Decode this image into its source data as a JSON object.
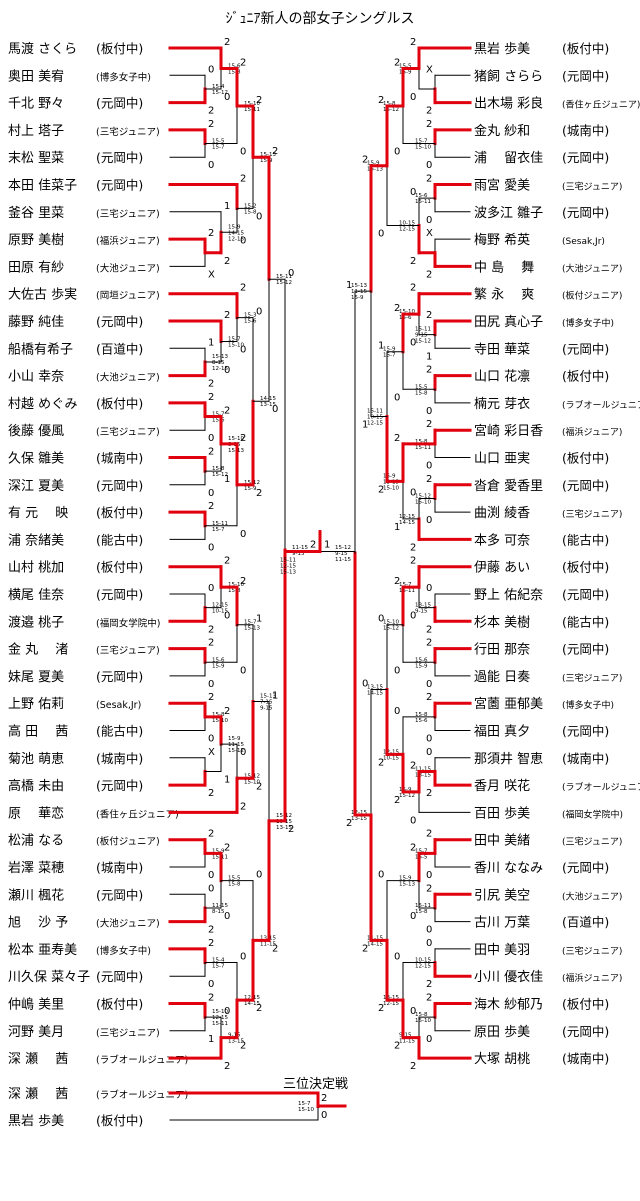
{
  "title": "ｼﾞｭﾆｱ新人の部女子シングルス",
  "third_place_title": "三位決定戦",
  "colors": {
    "win": "#e0000e",
    "lose": "#000000"
  },
  "left_players": [
    {
      "name": "馬渡 さくら",
      "team": "(板付中)",
      "small": false
    },
    {
      "name": "奥田 美宥",
      "team": "(博多女子中)",
      "small": true
    },
    {
      "name": "千北 野々",
      "team": "(元岡中)",
      "small": false
    },
    {
      "name": "村上 塔子",
      "team": "(三宅ジュニア)",
      "small": true
    },
    {
      "name": "末松 聖菜",
      "team": "(元岡中)",
      "small": false
    },
    {
      "name": "本田 佳菜子",
      "team": "(元岡中)",
      "small": false
    },
    {
      "name": "釜谷 里菜",
      "team": "(三宅ジュニア)",
      "small": true
    },
    {
      "name": "原野 美樹",
      "team": "(福浜ジュニア)",
      "small": true
    },
    {
      "name": "田原 有紗",
      "team": "(大池ジュニア)",
      "small": true
    },
    {
      "name": "大佐古 歩実",
      "team": "(岡垣ジュニア)",
      "small": true
    },
    {
      "name": "藤野 純佳",
      "team": "(元岡中)",
      "small": false
    },
    {
      "name": "船橋有希子",
      "team": "(百道中)",
      "small": false
    },
    {
      "name": "小山 幸奈",
      "team": "(大池ジュニア)",
      "small": true
    },
    {
      "name": "村越 めぐみ",
      "team": "(板付中)",
      "small": false
    },
    {
      "name": "後藤 優風",
      "team": "(三宅ジュニア)",
      "small": true
    },
    {
      "name": "久保 雛美",
      "team": "(城南中)",
      "small": false
    },
    {
      "name": "深江 夏美",
      "team": "(元岡中)",
      "small": false
    },
    {
      "name": "有 元 　映",
      "team": "(板付中)",
      "small": false
    },
    {
      "name": "浦 奈緒美",
      "team": "(能古中)",
      "small": false
    },
    {
      "name": "山村 桃加",
      "team": "(板付中)",
      "small": false
    },
    {
      "name": "横尾 佳奈",
      "team": "(元岡中)",
      "small": false
    },
    {
      "name": "渡邉 桃子",
      "team": "(福岡女学院中)",
      "small": true
    },
    {
      "name": "金 丸 　渚",
      "team": "(三宅ジュニア)",
      "small": true
    },
    {
      "name": "妹尾 夏美",
      "team": "(元岡中)",
      "small": false
    },
    {
      "name": "上野 佑莉",
      "team": "(Sesak,Jr)",
      "small": true
    },
    {
      "name": "高 田 　茜",
      "team": "(能古中)",
      "small": false
    },
    {
      "name": "菊池 萌恵",
      "team": "(城南中)",
      "small": false
    },
    {
      "name": "高橋 未由",
      "team": "(元岡中)",
      "small": false
    },
    {
      "name": "原 　華恋",
      "team": "(香住ヶ丘ジュニア)",
      "small": true
    },
    {
      "name": "松浦 なる",
      "team": "(板付ジュニア)",
      "small": true
    },
    {
      "name": "岩澤 菜穂",
      "team": "(城南中)",
      "small": false
    },
    {
      "name": "瀬川 楓花",
      "team": "(元岡中)",
      "small": false
    },
    {
      "name": "旭 　沙 予",
      "team": "(大池ジュニア)",
      "small": true
    },
    {
      "name": "松本 亜寿美",
      "team": "(博多女子中)",
      "small": true
    },
    {
      "name": "川久保 菜々子",
      "team": "(元岡中)",
      "small": false
    },
    {
      "name": "仲嶋 美里",
      "team": "(板付中)",
      "small": false
    },
    {
      "name": "河野 美月",
      "team": "(三宅ジュニア)",
      "small": true
    },
    {
      "name": "深 瀬 　茜",
      "team": "(ラブオールジュニア)",
      "small": true
    }
  ],
  "right_players": [
    {
      "name": "黒岩 歩美",
      "team": "(板付中)",
      "small": false
    },
    {
      "name": "猪飼 さらら",
      "team": "(元岡中)",
      "small": false
    },
    {
      "name": "出木場 彩良",
      "team": "(香住ヶ丘ジュニア)",
      "small": true
    },
    {
      "name": "金丸 紗和",
      "team": "(城南中)",
      "small": false
    },
    {
      "name": "浦 　留衣佳",
      "team": "(元岡中)",
      "small": false
    },
    {
      "name": "雨宮 愛美",
      "team": "(三宅ジュニア)",
      "small": true
    },
    {
      "name": "波多江 雛子",
      "team": "(元岡中)",
      "small": false
    },
    {
      "name": "梅野 希英",
      "team": "(Sesak,Jr)",
      "small": true
    },
    {
      "name": "中 島 　舞",
      "team": "(大池ジュニア)",
      "small": true
    },
    {
      "name": "繁 永 　爽",
      "team": "(板付ジュニア)",
      "small": true
    },
    {
      "name": "田尻 真心子",
      "team": "(博多女子中)",
      "small": true
    },
    {
      "name": "寺田 華菜",
      "team": "(元岡中)",
      "small": false
    },
    {
      "name": "山口 花凛",
      "team": "(板付中)",
      "small": false
    },
    {
      "name": "楠元 芽衣",
      "team": "(ラブオールジュニア)",
      "small": true
    },
    {
      "name": "宮崎 彩日香",
      "team": "(福浜ジュニア)",
      "small": true
    },
    {
      "name": "山口 亜実",
      "team": "(板付中)",
      "small": false
    },
    {
      "name": "沓倉 愛香里",
      "team": "(元岡中)",
      "small": false
    },
    {
      "name": "曲渕 綾香",
      "team": "(三宅ジュニア)",
      "small": true
    },
    {
      "name": "本多 可奈",
      "team": "(能古中)",
      "small": false
    },
    {
      "name": "伊藤 あい",
      "team": "(板付中)",
      "small": false
    },
    {
      "name": "野上 佑紀奈",
      "team": "(元岡中)",
      "small": false
    },
    {
      "name": "杉本 美樹",
      "team": "(能古中)",
      "small": false
    },
    {
      "name": "行田 那奈",
      "team": "(元岡中)",
      "small": false
    },
    {
      "name": "過能 日奏",
      "team": "(三宅ジュニア)",
      "small": true
    },
    {
      "name": "宮薗 亜郁美",
      "team": "(博多女子中)",
      "small": true
    },
    {
      "name": "福田 真夕",
      "team": "(元岡中)",
      "small": false
    },
    {
      "name": "那須井 智恵",
      "team": "(城南中)",
      "small": false
    },
    {
      "name": "香月 咲花",
      "team": "(ラブオールジュニア)",
      "small": true
    },
    {
      "name": "百田 歩美",
      "team": "(福岡女学院中)",
      "small": true
    },
    {
      "name": "田中 美緒",
      "team": "(三宅ジュニア)",
      "small": true
    },
    {
      "name": "香川 ななみ",
      "team": "(元岡中)",
      "small": false
    },
    {
      "name": "引尻 美空",
      "team": "(大池ジュニア)",
      "small": true
    },
    {
      "name": "古川 万葉",
      "team": "(百道中)",
      "small": false
    },
    {
      "name": "田中 美羽",
      "team": "(三宅ジュニア)",
      "small": true
    },
    {
      "name": "小川 優衣佳",
      "team": "(福浜ジュニア)",
      "small": true
    },
    {
      "name": "海木 紗郁乃",
      "team": "(板付中)",
      "small": false
    },
    {
      "name": "原田 歩美",
      "team": "(元岡中)",
      "small": false
    },
    {
      "name": "大塚 胡桃",
      "team": "(城南中)",
      "small": false
    }
  ],
  "third_place_players": [
    {
      "name": "深 瀬 　茜",
      "team": "(ラブオールジュニア)",
      "small": true
    },
    {
      "name": "黒岩 歩美",
      "team": "(板付中)",
      "small": false
    }
  ],
  "left_matches": [
    {
      "a": 1,
      "b": 2,
      "sa": "0",
      "sb": "2",
      "score": "15-4 15-12"
    },
    {
      "a": 0,
      "b": "m0",
      "sa": "2",
      "sb": "0",
      "score": "15-6 15-8"
    },
    {
      "a": 3,
      "b": 4,
      "sa": "2",
      "sb": "0",
      "score": "15-5 15-7"
    },
    {
      "a": "m1",
      "b": "m2",
      "sa": "2",
      "sb": "0",
      "score": "15-10 15-11"
    },
    {
      "a": 7,
      "b": 8,
      "sa": "2",
      "sb": "X",
      "score": ""
    },
    {
      "a": 6,
      "b": "m4",
      "sa": "1",
      "sb": "2",
      "score": "15-9 14-15 12-15"
    },
    {
      "a": 5,
      "b": "m5",
      "sa": "2",
      "sb": "0",
      "score": "15-2 15-8"
    },
    {
      "a": "m3",
      "b": "m6",
      "sa": "2",
      "sb": "0",
      "score": "15-13 15-9"
    },
    {
      "a": 11,
      "b": 12,
      "sa": "1",
      "sb": "2",
      "score": "15-13 8-15 12-15"
    },
    {
      "a": 10,
      "b": "m8",
      "sa": "2",
      "sb": "0",
      "score": "15-7 15-10"
    },
    {
      "a": 9,
      "b": "m9",
      "sa": "2",
      "sb": "0",
      "score": "15-3 15-6"
    },
    {
      "a": 13,
      "b": 14,
      "sa": "2",
      "sb": "0",
      "score": "15-7 15-6"
    },
    {
      "a": 15,
      "b": 16,
      "sa": "2",
      "sb": "0",
      "score": "15-8 15-12"
    },
    {
      "a": "m11",
      "b": "m12",
      "sa": "2",
      "sb": "1",
      "score": "15-10 8-15 15-13"
    },
    {
      "a": 17,
      "b": 18,
      "sa": "2",
      "sb": "0",
      "score": "15-11 15-7"
    },
    {
      "a": "m13",
      "b": "m14",
      "sa": "2",
      "sb": "0",
      "score": "15-12 15-9"
    },
    {
      "a": "m10",
      "b": "m15",
      "sa": "0",
      "sb": "2",
      "score": "14-15 13-15"
    },
    {
      "a": "m7",
      "b": "m16",
      "sa": "2",
      "sb": "0",
      "score": "15-11 15-12"
    },
    {
      "a": 20,
      "b": 21,
      "sa": "0",
      "sb": "2",
      "score": "12-15 10-15"
    },
    {
      "a": 19,
      "b": "m18",
      "sa": "2",
      "sb": "0",
      "score": "15-10 15-8"
    },
    {
      "a": 22,
      "b": 23,
      "sa": "2",
      "sb": "0",
      "score": "15-6 15-9"
    },
    {
      "a": "m19",
      "b": "m20",
      "sa": "2",
      "sb": "0",
      "score": "15-7 15-13"
    },
    {
      "a": 24,
      "b": 25,
      "sa": "2",
      "sb": "0",
      "score": "15-8 15-10"
    },
    {
      "a": 26,
      "b": 27,
      "sa": "X",
      "sb": "2",
      "score": ""
    },
    {
      "a": "m22",
      "b": "m23",
      "sa": "2",
      "sb": "1",
      "score": "15-9 11-15 15-12"
    },
    {
      "a": 28,
      "b": "m24",
      "sa": "2",
      "sb": "0",
      "score": "15-12 15-10"
    },
    {
      "a": "m21",
      "b": "m25",
      "sa": "1",
      "sb": "2",
      "score": "15-13 7-15 9-15"
    },
    {
      "a": 29,
      "b": 30,
      "sa": "2",
      "sb": "0",
      "score": "15-9 15-11"
    },
    {
      "a": 31,
      "b": 32,
      "sa": "0",
      "sb": "2",
      "score": "11-15 8-15"
    },
    {
      "a": "m27",
      "b": "m28",
      "sa": "2",
      "sb": "0",
      "score": "15-5 15-8"
    },
    {
      "a": 33,
      "b": 34,
      "sa": "2",
      "sb": "0",
      "score": "15-4 15-7"
    },
    {
      "a": 35,
      "b": 36,
      "sa": "2",
      "sb": "1",
      "score": "15-10 12-15 15-11"
    },
    {
      "a": "m31",
      "b": 37,
      "sa": "0",
      "sb": "2",
      "score": "9-15 13-15"
    },
    {
      "a": "m30",
      "b": "m32",
      "sa": "0",
      "sb": "2",
      "score": "12-15 14-15"
    },
    {
      "a": "m29",
      "b": "m33",
      "sa": "0",
      "sb": "2",
      "score": "13-15 11-15"
    },
    {
      "a": "m26",
      "b": "m34",
      "sa": "1",
      "sb": "2",
      "score": "15-12 10-15 13-15"
    },
    {
      "a": "m17",
      "b": "m35",
      "sa": "0",
      "sb": "2",
      "score": "11-15 9-15"
    }
  ],
  "right_matches": [
    {
      "a": 1,
      "b": 2,
      "sa": "X",
      "sb": "2",
      "score": ""
    },
    {
      "a": 0,
      "b": "m0",
      "sa": "2",
      "sb": "0",
      "score": "15-5 15-9"
    },
    {
      "a": 3,
      "b": 4,
      "sa": "2",
      "sb": "0",
      "score": "15-7 15-10"
    },
    {
      "a": "m1",
      "b": "m2",
      "sa": "2",
      "sb": "0",
      "score": "15-8 15-12"
    },
    {
      "a": 5,
      "b": 6,
      "sa": "2",
      "sb": "0",
      "score": "15-6 15-11"
    },
    {
      "a": 7,
      "b": 8,
      "sa": "X",
      "sb": "2",
      "score": ""
    },
    {
      "a": "m4",
      "b": "m5",
      "sa": "0",
      "sb": "2",
      "score": "10-15 12-15"
    },
    {
      "a": "m3",
      "b": "m6",
      "sa": "2",
      "sb": "0",
      "score": "15-9 15-13"
    },
    {
      "a": 10,
      "b": 11,
      "sa": "2",
      "sb": "1",
      "score": "15-11 9-15 15-12"
    },
    {
      "a": 9,
      "b": "m8",
      "sa": "2",
      "sb": "0",
      "score": "15-10 15-6"
    },
    {
      "a": 12,
      "b": 13,
      "sa": "2",
      "sb": "0",
      "score": "15-5 15-8"
    },
    {
      "a": "m9",
      "b": "m10",
      "sa": "2",
      "sb": "0",
      "score": "15-9 15-7"
    },
    {
      "a": 14,
      "b": 15,
      "sa": "2",
      "sb": "0",
      "score": "15-8 15-11"
    },
    {
      "a": 16,
      "b": 17,
      "sa": "2",
      "sb": "0",
      "score": "15-12 15-10"
    },
    {
      "a": "m13",
      "b": 18,
      "sa": "0",
      "sb": "2",
      "score": "12-15 14-15"
    },
    {
      "a": "m12",
      "b": "m14",
      "sa": "2",
      "sb": "1",
      "score": "15-9 13-15 15-10"
    },
    {
      "a": "m11",
      "b": "m15",
      "sa": "1",
      "sb": "2",
      "score": "15-11 10-15 12-15"
    },
    {
      "a": "m7",
      "b": "m16",
      "sa": "2",
      "sb": "1",
      "score": "15-13 11-15 15-9"
    },
    {
      "a": 20,
      "b": 21,
      "sa": "0",
      "sb": "2",
      "score": "13-15 9-15"
    },
    {
      "a": 19,
      "b": "m18",
      "sa": "2",
      "sb": "0",
      "score": "15-7 15-11"
    },
    {
      "a": 22,
      "b": 23,
      "sa": "2",
      "sb": "0",
      "score": "15-6 15-9"
    },
    {
      "a": "m19",
      "b": "m20",
      "sa": "2",
      "sb": "0",
      "score": "15-10 15-12"
    },
    {
      "a": 24,
      "b": 25,
      "sa": "2",
      "sb": "0",
      "score": "15-8 15-6"
    },
    {
      "a": 26,
      "b": 27,
      "sa": "0",
      "sb": "2",
      "score": "11-15 13-15"
    },
    {
      "a": "m23",
      "b": 28,
      "sa": "2",
      "sb": "0",
      "score": "15-9 15-12"
    },
    {
      "a": "m22",
      "b": "m24",
      "sa": "0",
      "sb": "2",
      "score": "12-15 10-15"
    },
    {
      "a": "m21",
      "b": "m25",
      "sa": "0",
      "sb": "2",
      "score": "13-15 14-15"
    },
    {
      "a": 29,
      "b": 30,
      "sa": "2",
      "sb": "0",
      "score": "15-7 15-5"
    },
    {
      "a": 31,
      "b": 32,
      "sa": "2",
      "sb": "0",
      "score": "15-11 15-8"
    },
    {
      "a": "m27",
      "b": "m28",
      "sa": "2",
      "sb": "0",
      "score": "15-9 15-13"
    },
    {
      "a": 33,
      "b": 34,
      "sa": "0",
      "sb": "2",
      "score": "10-15 12-15"
    },
    {
      "a": 35,
      "b": 36,
      "sa": "2",
      "sb": "0",
      "score": "15-8 15-10"
    },
    {
      "a": "m31",
      "b": 37,
      "sa": "0",
      "sb": "2",
      "score": "9-15 11-15"
    },
    {
      "a": "m30",
      "b": "m32",
      "sa": "0",
      "sb": "2",
      "score": "13-15 12-15"
    },
    {
      "a": "m29",
      "b": "m33",
      "sa": "0",
      "sb": "2",
      "score": "11-15 14-15"
    },
    {
      "a": "m26",
      "b": "m34",
      "sa": "0",
      "sb": "2",
      "score": "12-15 13-15"
    },
    {
      "a": "m17",
      "b": "m35",
      "sa": "1",
      "sb": "2",
      "score": "15-12 9-15 11-15"
    }
  ],
  "final": {
    "left_score": "2",
    "right_score": "1",
    "score": "15-11 12-15 15-13"
  },
  "third_place": {
    "top_score": "2",
    "bottom_score": "0",
    "score": "15-7 15-10"
  }
}
